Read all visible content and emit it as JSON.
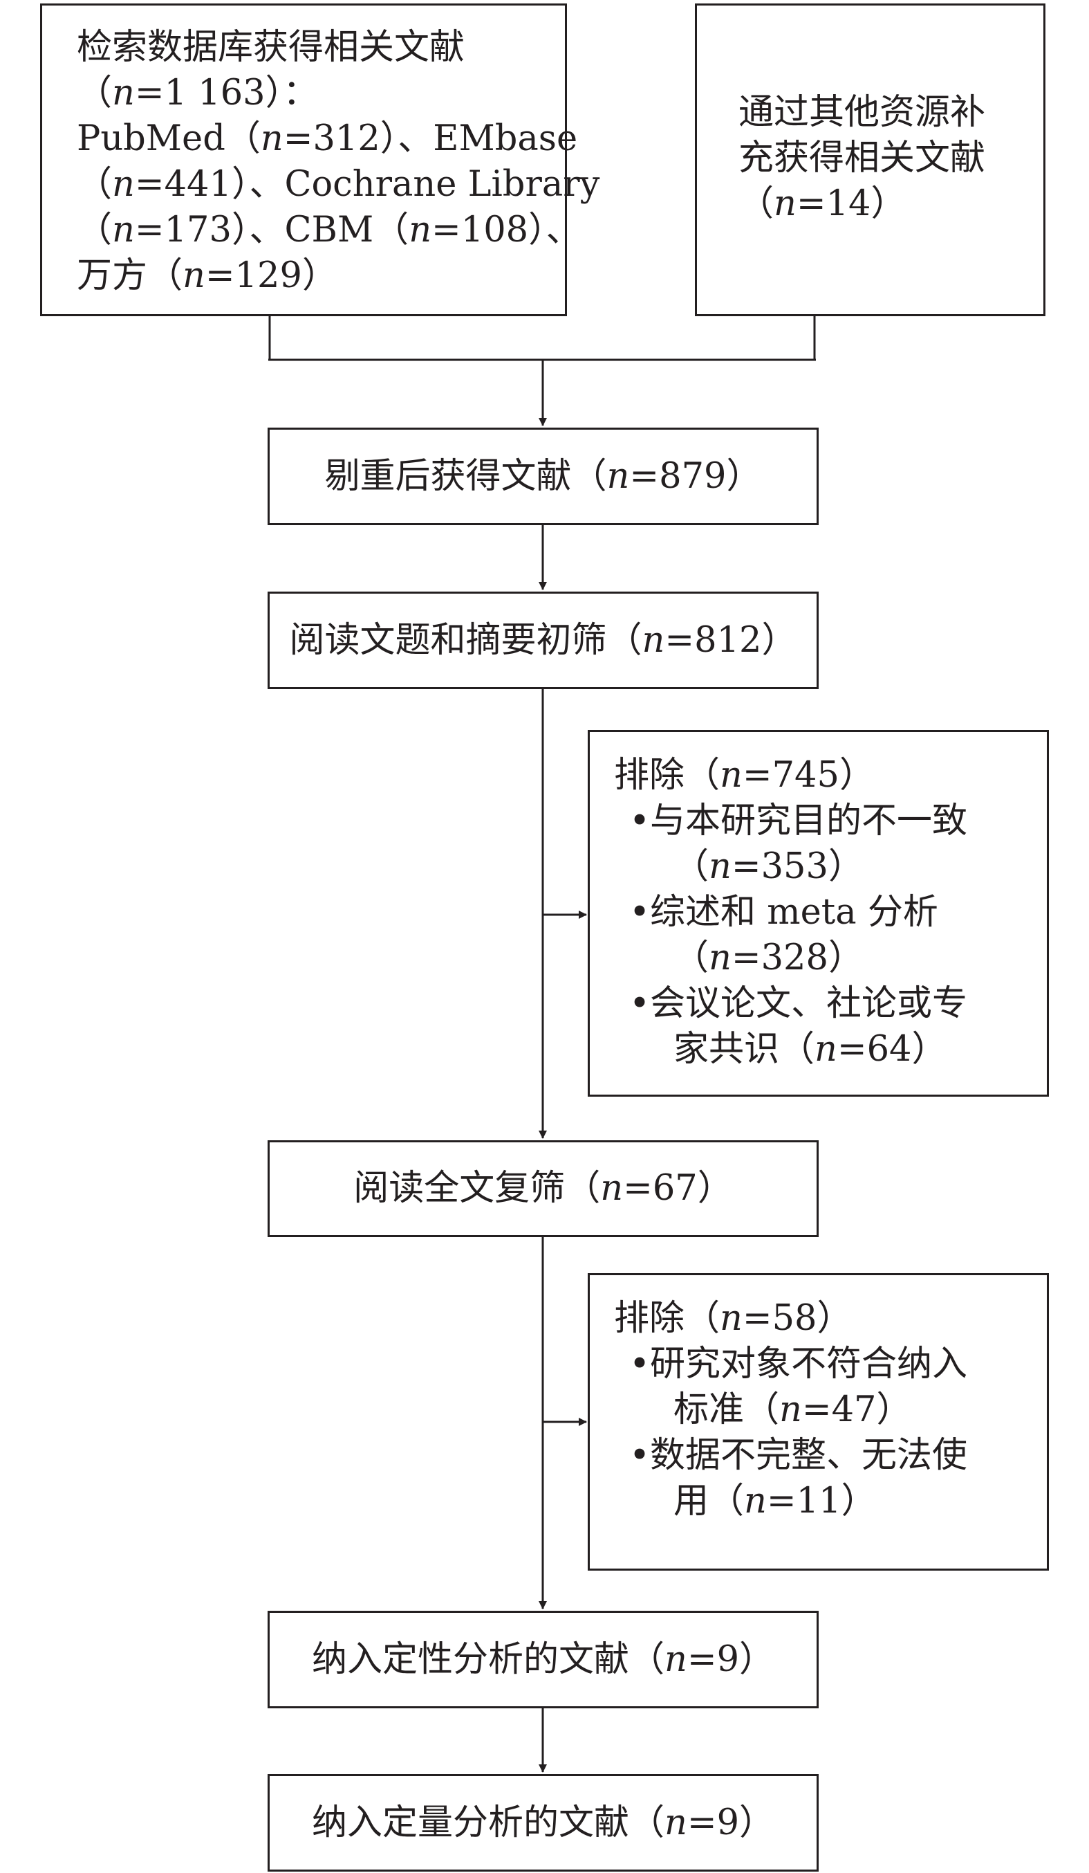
{
  "boxes": {
    "db_search": {
      "lines": [
        "检索数据库获得相关文献",
        "（n=1 163）：",
        "PubMed（n=312）、EMbase",
        "（n=441）、Cochrane Library",
        "（n=173）、CBM（n=108）、",
        "万方（n=129）"
      ]
    },
    "other_sources": {
      "lines": [
        "通过其他资源补",
        "充获得相关文献",
        "（n=14）"
      ]
    },
    "dedup": {
      "text": "剔重后获得文献（n=879）"
    },
    "title_abstract": {
      "text": "阅读文题和摘要初筛（n=812）"
    },
    "exclude_1": {
      "heading": "排除（n=745）",
      "items": [
        [
          "与本研究目的不一致",
          "（n=353）"
        ],
        [
          "综述和 meta 分析",
          "（n=328）"
        ],
        [
          "会议论文、社论或专",
          "家共识（n=64）"
        ]
      ]
    },
    "full_text": {
      "text": "阅读全文复筛（n=67）"
    },
    "exclude_2": {
      "heading": "排除（n=58）",
      "items": [
        [
          "研究对象不符合纳入",
          "标准（n=47）"
        ],
        [
          "数据不完整、无法使",
          "用（n=11）"
        ]
      ]
    },
    "qualitative": {
      "text": "纳入定性分析的文献（n=9）"
    },
    "quantitative": {
      "text": "纳入定量分析的文献（n=9）"
    }
  }
}
